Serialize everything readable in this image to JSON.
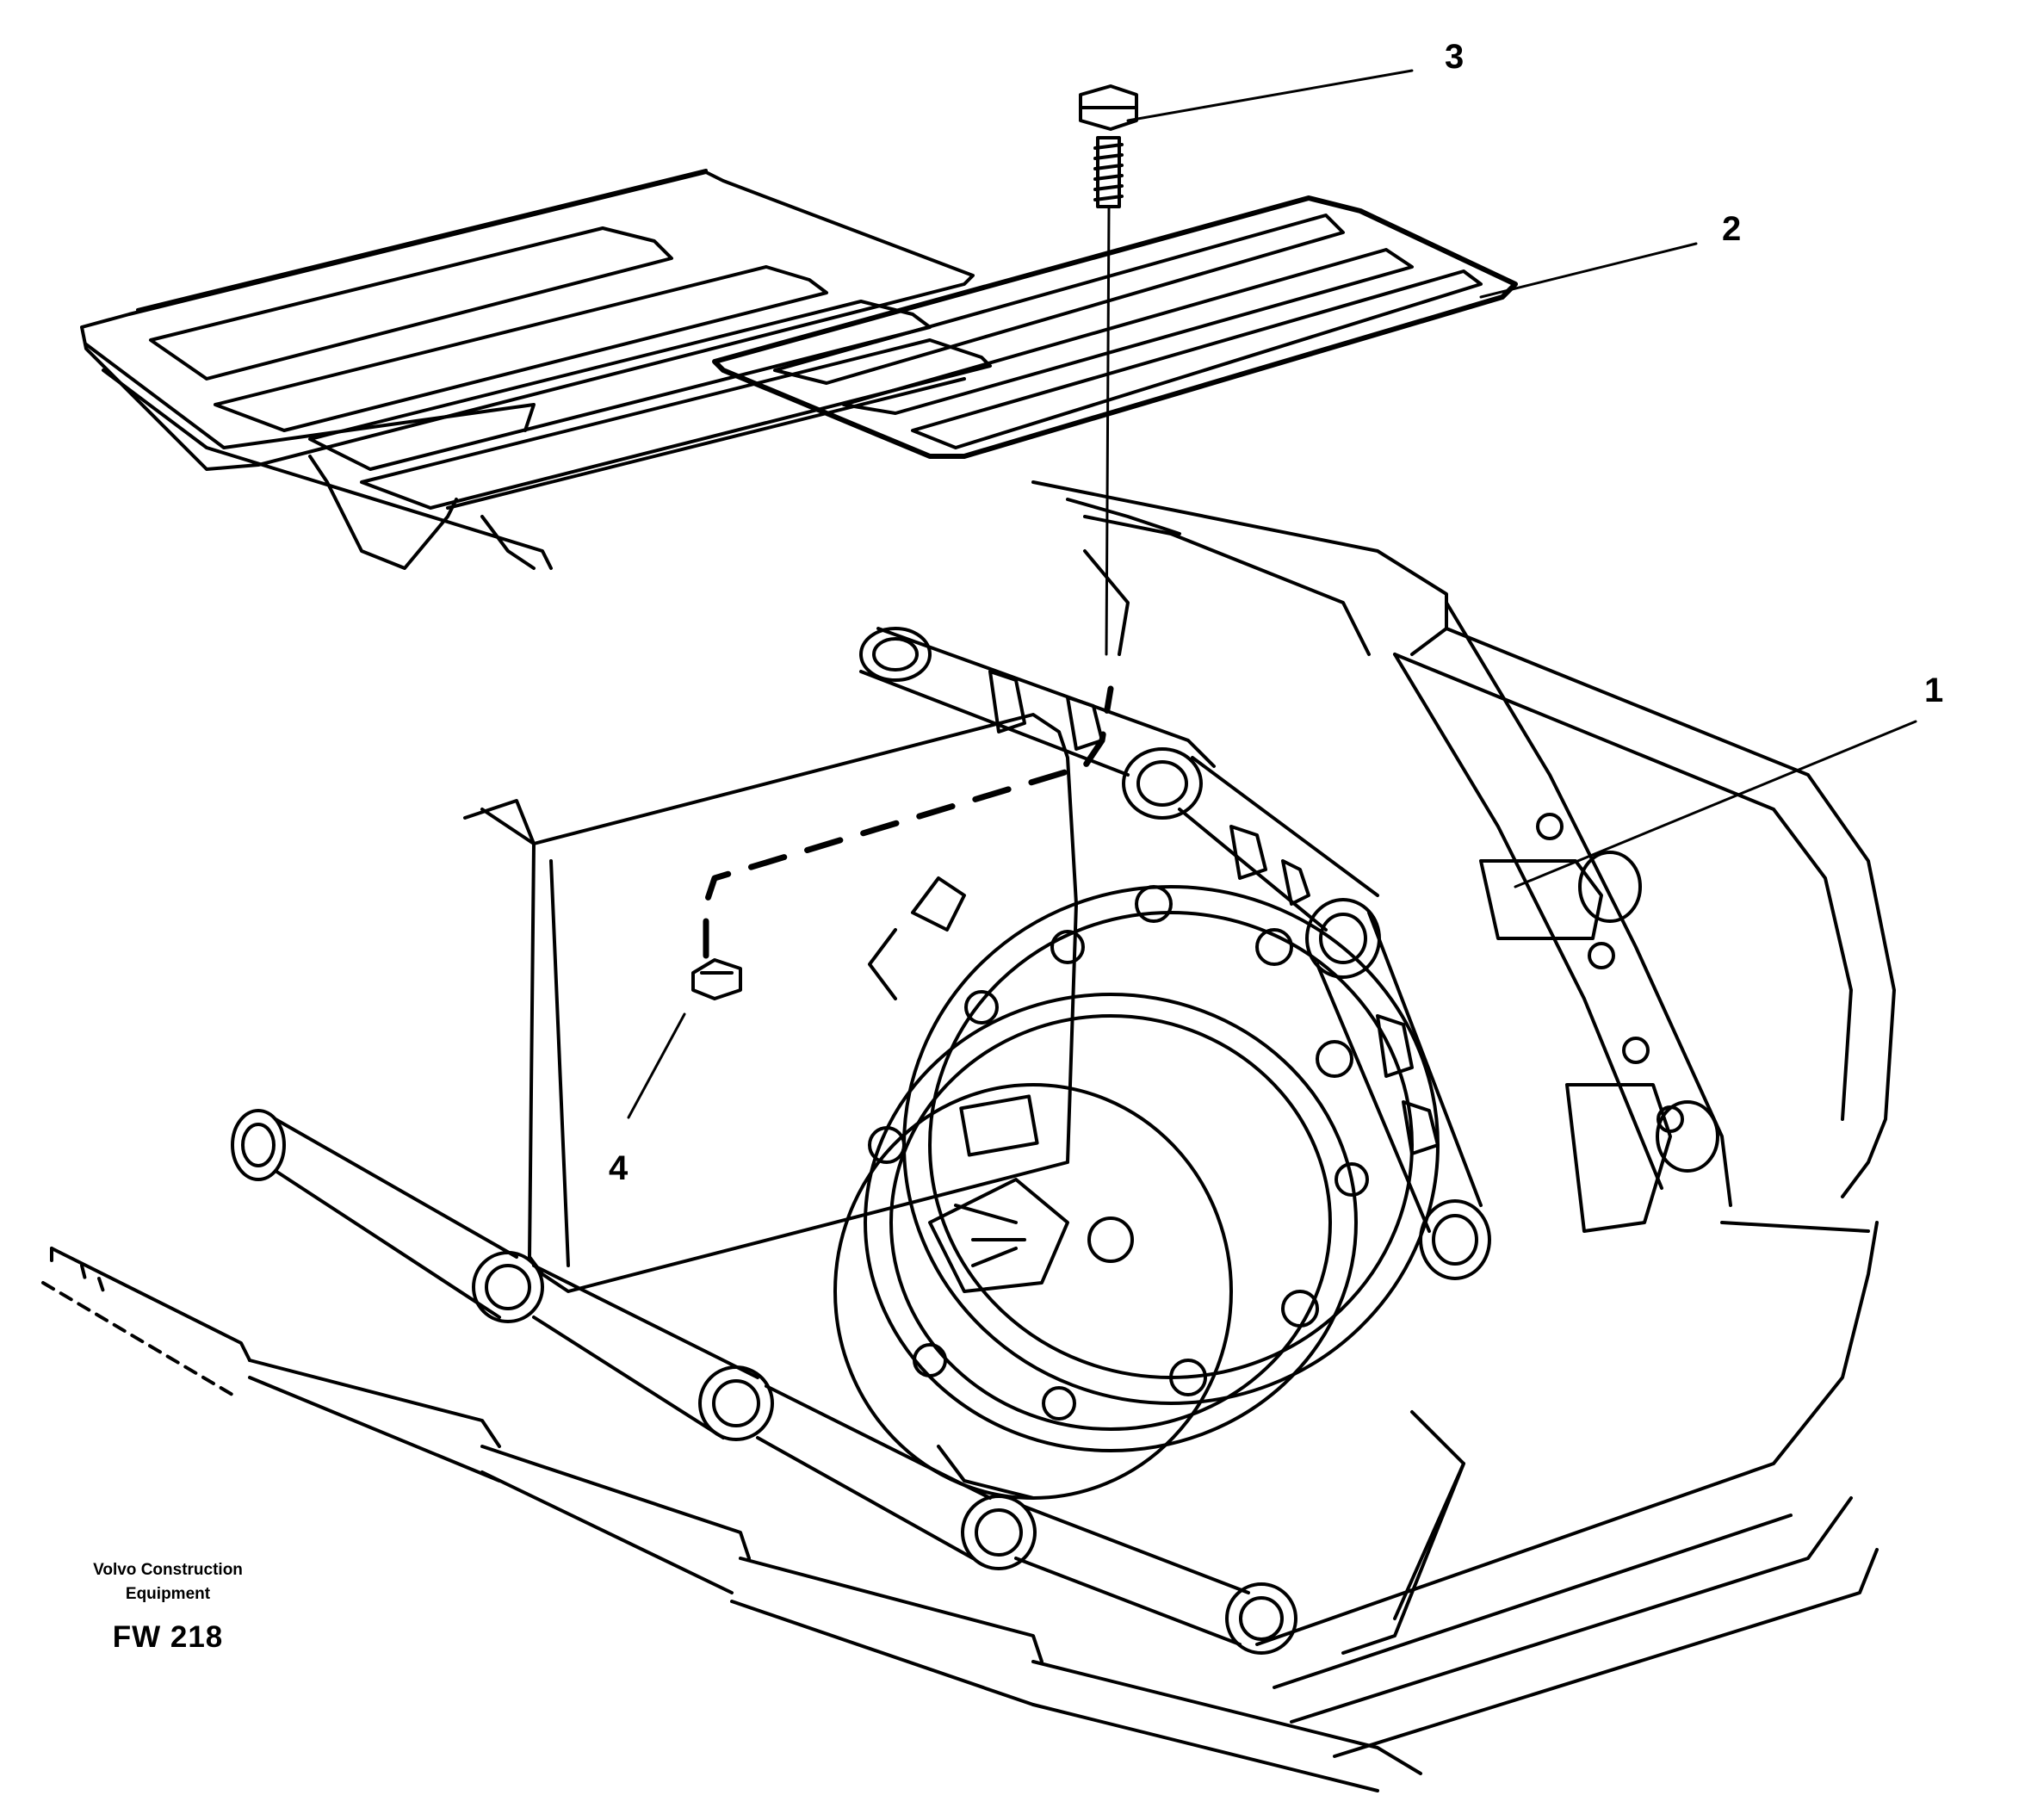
{
  "figure": {
    "callouts": [
      {
        "id": "1",
        "label": "1"
      },
      {
        "id": "2",
        "label": "2"
      },
      {
        "id": "3",
        "label": "3"
      },
      {
        "id": "4",
        "label": "4"
      }
    ],
    "credit": {
      "line1": "Volvo Construction",
      "line2": "Equipment",
      "code": "FW 218"
    }
  }
}
